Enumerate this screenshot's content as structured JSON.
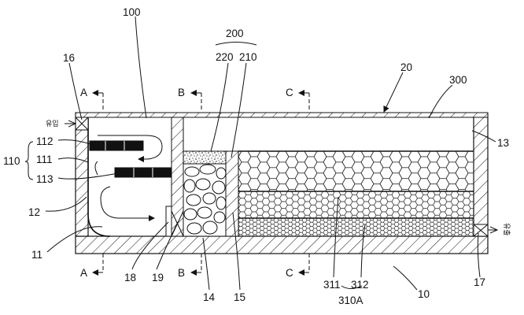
{
  "labels": {
    "l100": "100",
    "l16": "16",
    "l200": "200",
    "l220": "220",
    "l210": "210",
    "l20": "20",
    "l300": "300",
    "l13": "13",
    "l110": "110",
    "l112": "112",
    "l111": "111",
    "l113": "113",
    "l12": "12",
    "l11": "11",
    "l18": "18",
    "l19": "19",
    "l14": "14",
    "l15": "15",
    "l311": "311",
    "l312": "312",
    "l310A": "310A",
    "l10": "10",
    "l17": "17"
  },
  "sections": {
    "a_top": "A",
    "a_bottom": "A",
    "b_top": "B",
    "b_bottom": "B",
    "c_top": "C",
    "c_bottom": "C"
  },
  "flow": {
    "inlet": "유입",
    "outlet": "유출"
  }
}
